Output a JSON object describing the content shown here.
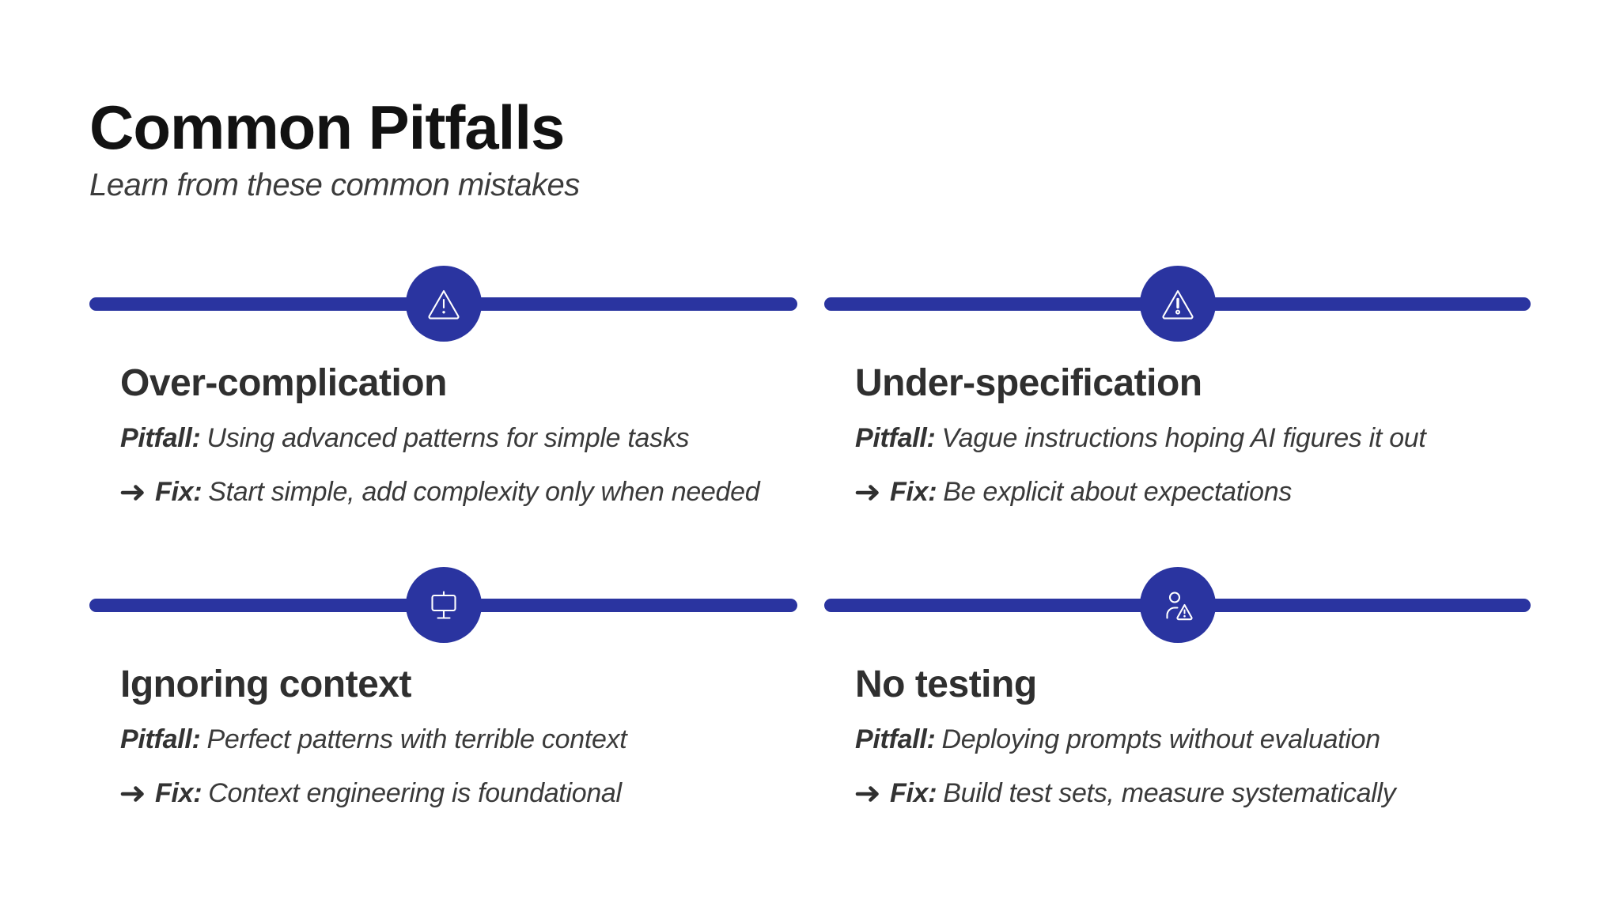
{
  "slide": {
    "title": "Common Pitfalls",
    "subtitle": "Learn from these common mistakes",
    "accent_color": "#2a34a0",
    "icon_stroke_color": "#ffffff",
    "pitfall_label": "Pitfall:",
    "fix_label": "Fix:",
    "cards": [
      {
        "icon": "warning-triangle-icon",
        "heading": "Over-complication",
        "pitfall": "Using advanced patterns for simple tasks",
        "fix": "Start simple, add complexity only when needed"
      },
      {
        "icon": "warning-exclamation-icon",
        "heading": "Under-specification",
        "pitfall": "Vague instructions hoping AI figures it out",
        "fix": "Be explicit about expectations"
      },
      {
        "icon": "presentation-board-icon",
        "heading": "Ignoring context",
        "pitfall": "Perfect patterns with terrible context",
        "fix": "Context engineering is foundational"
      },
      {
        "icon": "user-warning-icon",
        "heading": "No testing",
        "pitfall": "Deploying prompts without evaluation",
        "fix": "Build test sets, measure systematically"
      }
    ]
  }
}
